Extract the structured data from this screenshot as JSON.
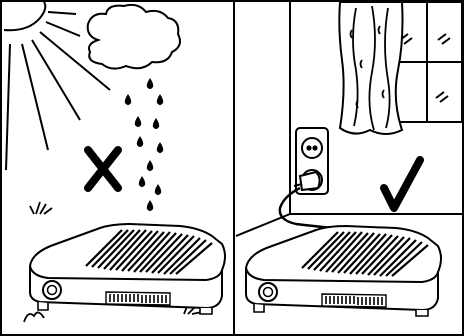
{
  "figure": {
    "panels": [
      {
        "id": "outdoor",
        "verdict": "incorrect",
        "verdict_icon": "cross-icon",
        "elements": [
          "sun-icon",
          "cloud-icon",
          "rain-drops",
          "grass-tuft",
          "device"
        ]
      },
      {
        "id": "indoor",
        "verdict": "correct",
        "verdict_icon": "checkmark-icon",
        "elements": [
          "window",
          "curtain",
          "wall-outlet",
          "power-plug",
          "cable",
          "device"
        ]
      }
    ],
    "colors": {
      "ink": "#000000",
      "paper": "#ffffff"
    }
  }
}
